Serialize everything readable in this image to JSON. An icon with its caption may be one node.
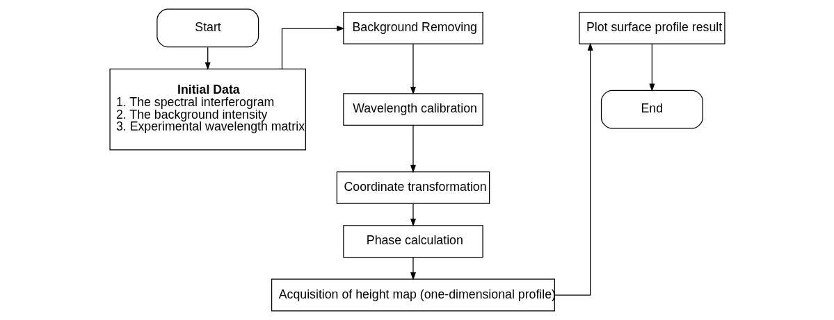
{
  "diagram": {
    "nodes": [
      {
        "text": [
          "Start"
        ]
      },
      {
        "text": [
          "Initial Data",
          "1. The spectral interferogram",
          "2. The background intensity",
          "3. Experimental wavelength matrix"
        ]
      },
      {
        "text": [
          "Background Removing"
        ]
      },
      {
        "text": [
          "Wavelength calibration"
        ]
      },
      {
        "text": [
          "Coordinate transformation"
        ]
      },
      {
        "text": [
          "Phase calculation"
        ]
      },
      {
        "text": [
          "Acquisition of height map (one-dimensional profile)"
        ]
      },
      {
        "text": [
          "Plot surface profile result"
        ]
      },
      {
        "text": [
          "End"
        ]
      }
    ],
    "edges": [
      {
        "from": 0,
        "to": 1,
        "arrow": "to"
      },
      {
        "from": 1,
        "to": 2,
        "arrow": "to"
      },
      {
        "from": 2,
        "to": 3,
        "arrow": "to"
      },
      {
        "from": 3,
        "to": 4,
        "arrow": "to"
      },
      {
        "from": 4,
        "to": 5,
        "arrow": "to"
      },
      {
        "from": 5,
        "to": 6,
        "arrow": "to"
      },
      {
        "from": 6,
        "to": 7,
        "arrow": "to"
      },
      {
        "from": 7,
        "to": 8,
        "arrow": "to"
      }
    ]
  }
}
